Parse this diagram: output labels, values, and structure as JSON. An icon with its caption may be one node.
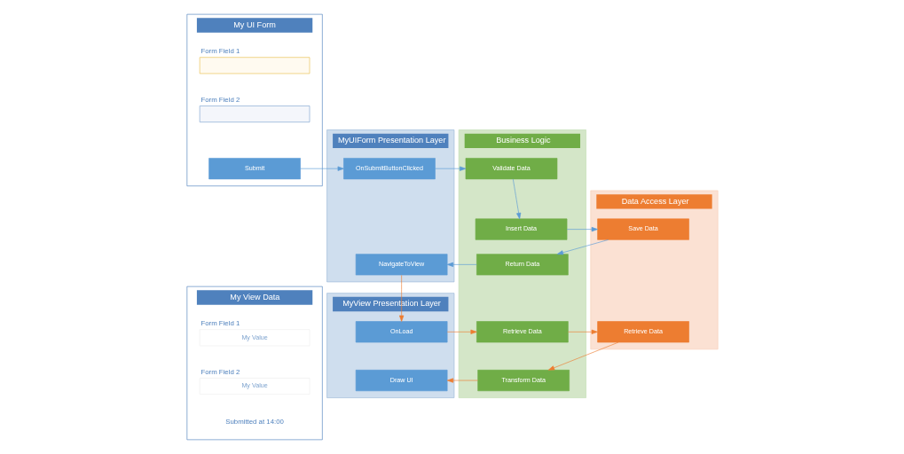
{
  "diagram": {
    "nodes": [
      {
        "text": [
          "My UI Form"
        ]
      },
      {
        "text": [],
        "shape": "box",
        "beside": [
          "Form Field 1"
        ],
        "in": 0
      },
      {
        "text": [],
        "shape": "box",
        "beside": [
          "Form Field 2"
        ],
        "in": 0
      },
      {
        "text": [
          "Submit"
        ],
        "in": 0
      },
      {
        "text": [
          "My View Data"
        ]
      },
      {
        "text": [
          "My Value"
        ],
        "beside": [
          "Form Field 1"
        ],
        "in": 4
      },
      {
        "text": [
          "My Value"
        ],
        "beside": [
          "Form Field 2"
        ],
        "in": 4
      },
      {
        "text": [
          "MyUIForm Presentation Layer"
        ]
      },
      {
        "text": [
          "OnSubmitButtonClicked"
        ],
        "in": 7
      },
      {
        "text": [
          "NavigateToView"
        ],
        "in": 7
      },
      {
        "text": [
          "MyView Presentation Layer"
        ]
      },
      {
        "text": [
          "OnLoad"
        ],
        "in": 10
      },
      {
        "text": [
          "Draw UI"
        ],
        "in": 10
      },
      {
        "text": [
          "Business Logic"
        ]
      },
      {
        "text": [
          "Validate Data"
        ],
        "in": 13
      },
      {
        "text": [
          "Insert Data"
        ],
        "in": 13
      },
      {
        "text": [
          "Return Data"
        ],
        "in": 13
      },
      {
        "text": [
          "Retrieve Data"
        ],
        "in": 13
      },
      {
        "text": [
          "Transform Data"
        ],
        "in": 13
      },
      {
        "text": [
          "Data Access Layer"
        ]
      },
      {
        "text": [
          "Save Data"
        ],
        "in": 19
      },
      {
        "text": [
          "Retrieve Data"
        ],
        "in": 19
      }
    ],
    "edges": [
      {
        "from": 3,
        "to": 8,
        "arrow": "to"
      },
      {
        "from": 8,
        "to": 14,
        "arrow": "to"
      },
      {
        "from": 14,
        "to": 15,
        "arrow": "to"
      },
      {
        "from": 15,
        "to": 20,
        "arrow": "to"
      },
      {
        "from": 20,
        "to": 16,
        "arrow": "to"
      },
      {
        "from": 16,
        "to": 9,
        "arrow": "to"
      },
      {
        "from": 9,
        "to": 11,
        "arrow": "to",
        "color": "#ed7d31"
      },
      {
        "from": 11,
        "to": 17,
        "arrow": "to",
        "color": "#ed7d31"
      },
      {
        "from": 17,
        "to": 21,
        "arrow": "to",
        "color": "#ed7d31"
      },
      {
        "from": 21,
        "to": 18,
        "arrow": "to",
        "color": "#ed7d31"
      },
      {
        "from": 18,
        "to": 12,
        "arrow": "to",
        "color": "#ed7d31"
      }
    ],
    "labels": [
      "Submitted at 14:00"
    ]
  }
}
